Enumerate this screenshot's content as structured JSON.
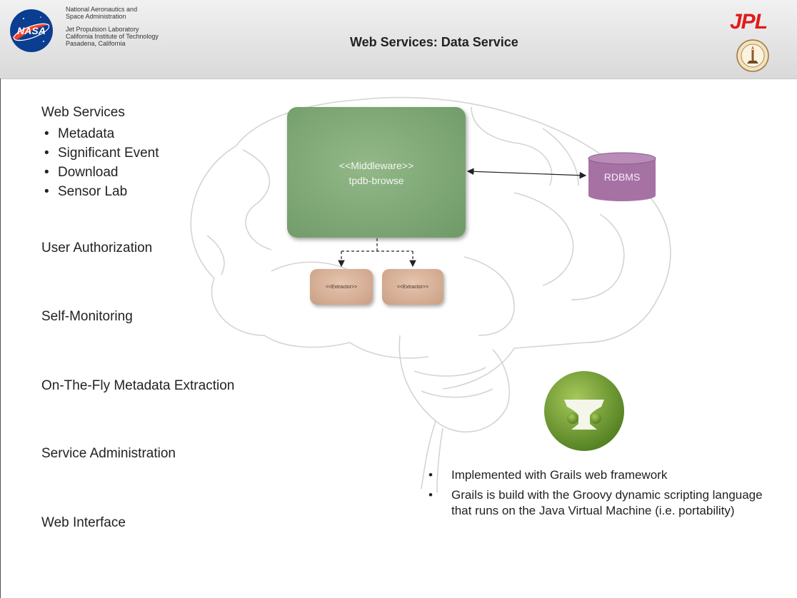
{
  "header": {
    "org_line1": "National Aeronautics and",
    "org_line2": "Space Administration",
    "lab_line1": "Jet Propulsion Laboratory",
    "lab_line2": "California Institute of Technology",
    "lab_line3": "Pasadena, California",
    "title": "Web Services: Data Service",
    "nasa_logo_text": "NASA",
    "jpl_logo_text": "JPL"
  },
  "sections": {
    "web_services": "Web Services",
    "web_services_items": [
      "Metadata",
      "Significant Event",
      "Download",
      "Sensor Lab"
    ],
    "user_authorization": "User Authorization",
    "self_monitoring": "Self-Monitoring",
    "on_the_fly": "On-The-Fly Metadata Extraction",
    "service_administration": "Service Administration",
    "web_interface": "Web Interface"
  },
  "diagram": {
    "middleware_stereotype": "<<Middleware>>",
    "middleware_name": "tpdb-browse",
    "extractor_1": "<<Extractor>>",
    "extractor_2": "<<Extractor>>",
    "database": "RDBMS"
  },
  "notes": [
    "Implemented with Grails web framework",
    "Grails is build with the Groovy dynamic scripting language that runs on the Java Virtual Machine (i.e. portability)"
  ],
  "colors": {
    "middleware": "#7ea874",
    "extractor": "#d8b39a",
    "database": "#a672a4",
    "jpl_red": "#e21a1a",
    "grails_green": "#6a9a2e"
  },
  "icons": [
    "nasa-logo",
    "jpl-logo",
    "caltech-seal-icon",
    "brain-outline",
    "grails-logo-icon"
  ]
}
